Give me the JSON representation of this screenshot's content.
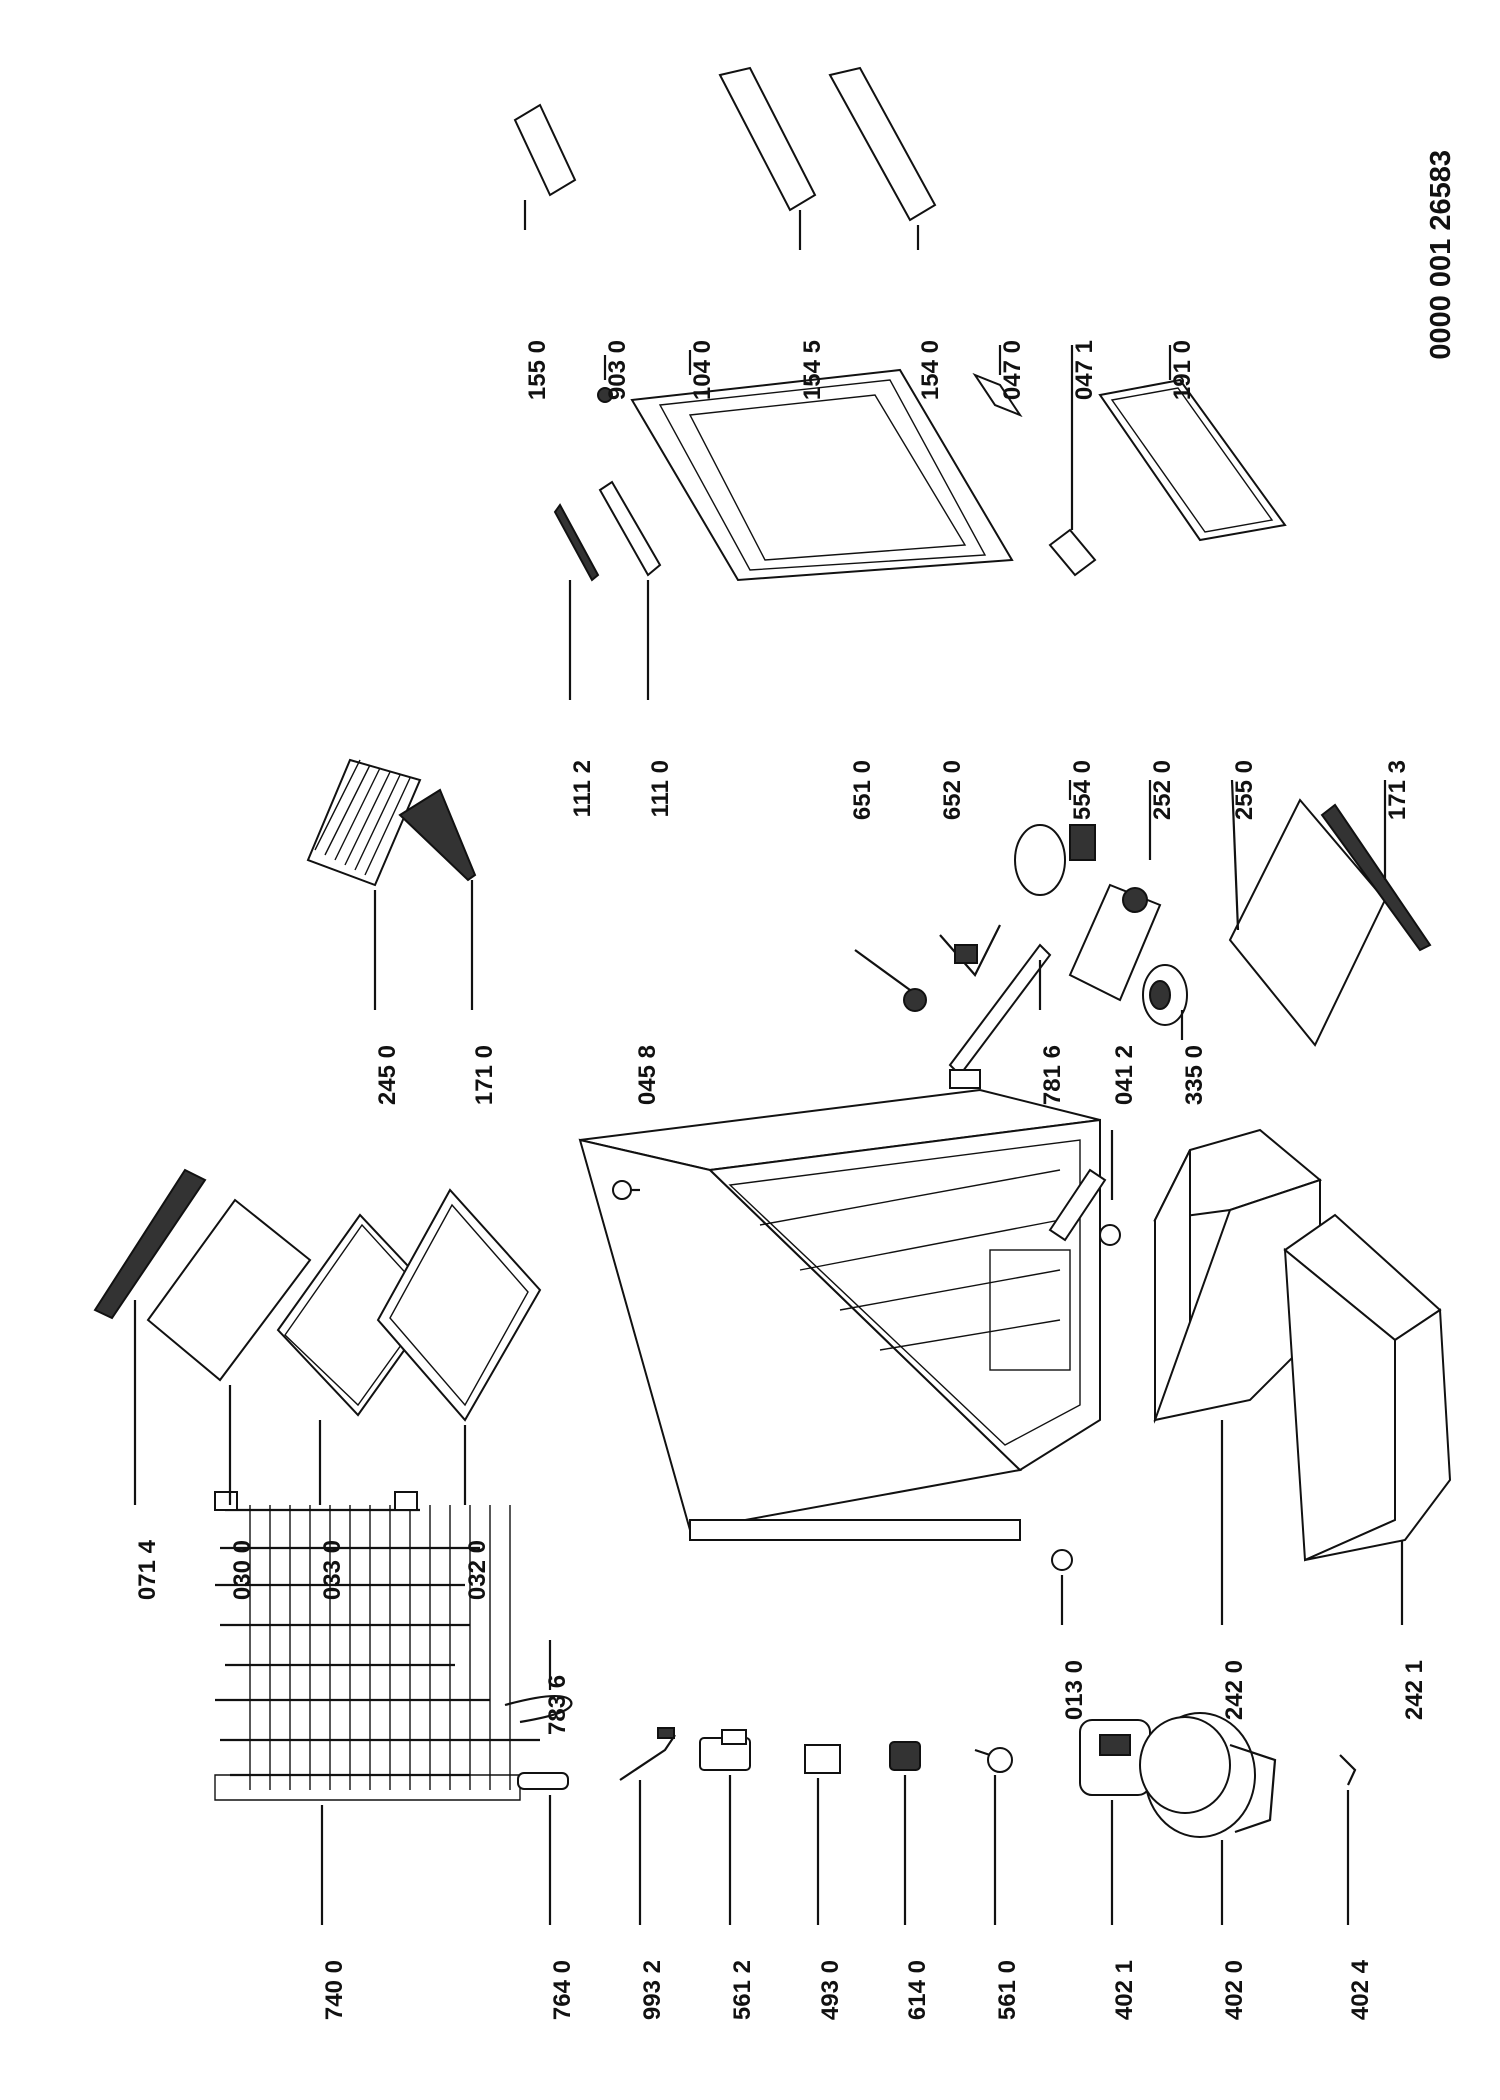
{
  "document_number": "0000 001 26583",
  "part_labels": {
    "p0714": "071 4",
    "p0300": "030 0",
    "p0330": "033 0",
    "p0320": "032 0",
    "p7836": "783 6",
    "p0130": "013 0",
    "p2420": "242 0",
    "p2421": "242 1",
    "p7400": "740 0",
    "p7640": "764 0",
    "p9932": "993 2",
    "p5612": "561 2",
    "p4930": "493 0",
    "p6140": "614 0",
    "p5610": "561 0",
    "p4021": "402 1",
    "p4020": "402 0",
    "p4024": "402 4",
    "p2450": "245 0",
    "p1710": "171 0",
    "p0458": "045 8",
    "p7816": "781 6",
    "p0412": "041 2",
    "p3350": "335 0",
    "p6510": "651 0",
    "p6520": "652 0",
    "p5540": "554 0",
    "p2520": "252 0",
    "p2550": "255 0",
    "p1713": "171 3",
    "p1112": "111 2",
    "p1110": "111 0",
    "p1550": "155 0",
    "p9030": "903 0",
    "p1040": "104 0",
    "p1545": "154 5",
    "p1540": "154 0",
    "p0470": "047 0",
    "p0471": "047 1",
    "p1910": "191 0"
  }
}
